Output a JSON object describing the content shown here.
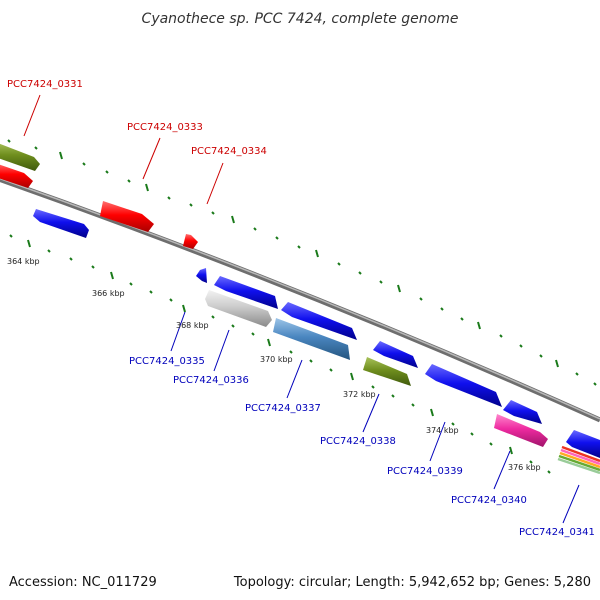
{
  "title": "Cyanothece sp. PCC 7424, complete genome",
  "footer": {
    "accession": "Accession: NC_011729",
    "topology": "Topology: circular; Length: 5,942,652 bp; Genes: 5,280"
  },
  "colors": {
    "red": "#ff0000",
    "blue": "#1010ee",
    "olive": "#6f8e1e",
    "grey": "#c8c8c8",
    "steelblue": "#4a86c0",
    "magenta": "#ee2aa0",
    "tick": "#1a7a1a",
    "backbone": "#888888",
    "label_top": "#cc0000",
    "label_bottom": "#0000bb"
  },
  "kbp_labels": [
    "364 kbp",
    "366 kbp",
    "368 kbp",
    "370 kbp",
    "372 kbp",
    "374 kbp",
    "376 kbp"
  ],
  "top_gene_labels": [
    "PCC7424_0331",
    "PCC7424_0333",
    "PCC7424_0334"
  ],
  "bottom_gene_labels": [
    "PCC7424_0335",
    "PCC7424_0336",
    "PCC7424_0337",
    "PCC7424_0338",
    "PCC7424_0339",
    "PCC7424_0340",
    "PCC7424_0341"
  ]
}
